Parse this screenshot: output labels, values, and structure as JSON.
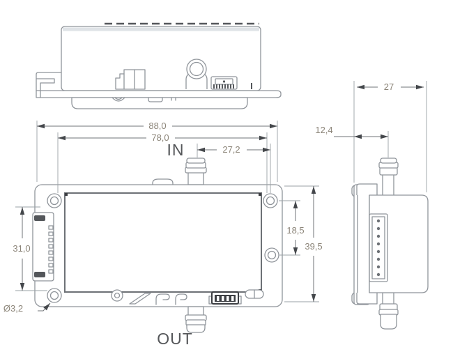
{
  "drawing": {
    "labels": {
      "inlet": "IN",
      "outlet": "OUT"
    },
    "dimensions": {
      "overall_width": "88,0",
      "mount_hole_spacing_x": "78,0",
      "inlet_offset_x": "27,2",
      "mount_hole_spacing_y_right": "18,5",
      "overall_height": "39,5",
      "connector_length": "31,0",
      "mount_hole_diameter": "Ø3,2",
      "depth": "27",
      "side_port_offset": "12,4"
    },
    "colors": {
      "background": "#ffffff",
      "outline": "#8f949a",
      "detail_dark": "#54575b",
      "dimension_line": "#6f7377",
      "dimension_text": "#8b8478",
      "label_text": "#55575a",
      "shade": "#dfe3e7",
      "arrow": "#44474b"
    }
  }
}
